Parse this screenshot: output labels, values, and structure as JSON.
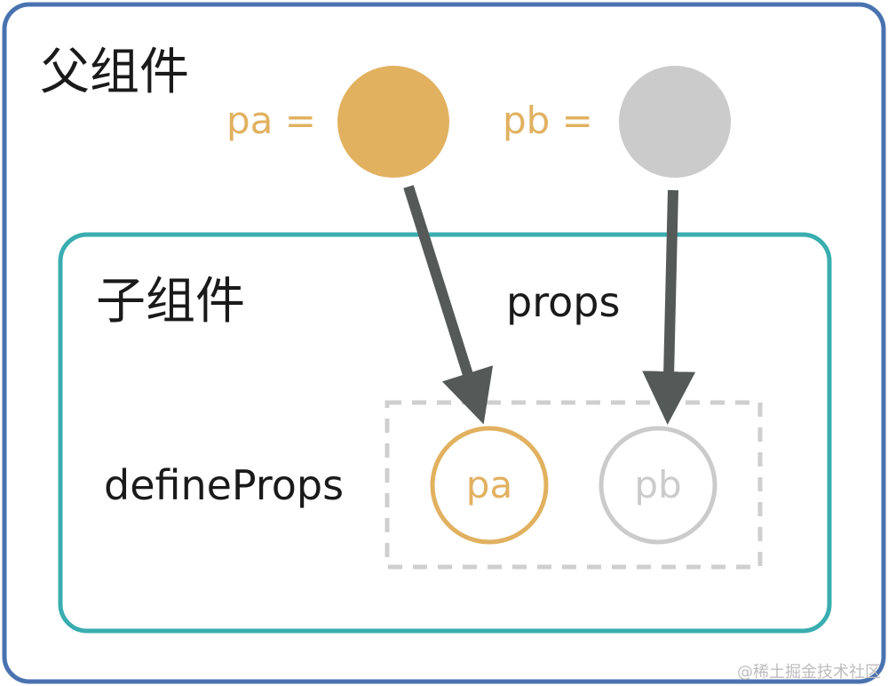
{
  "parent": {
    "title": "父组件",
    "pa_label": "pa =",
    "pb_label": "pb ="
  },
  "child": {
    "title": "子组件",
    "props_label": "props",
    "define_props_label": "defineProps",
    "prop_a": "pa",
    "prop_b": "pb"
  },
  "watermark": "@稀土掘金技术社区",
  "colors": {
    "outer_border": "#4a72b0",
    "inner_border": "#3aadb0",
    "pa": "#e1b160",
    "pb": "#cbcbcb",
    "arrow": "#555a58",
    "dashed_box": "#cfcfcf",
    "text": "#1a1a1a",
    "watermark": "#bdbdbd"
  }
}
